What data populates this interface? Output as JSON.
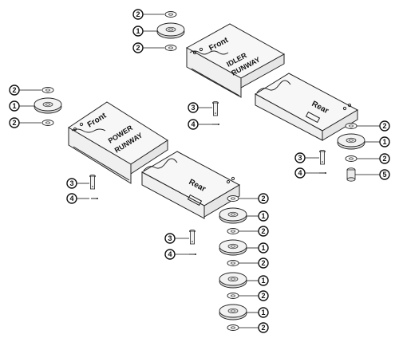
{
  "labels": {
    "idler_runway": {
      "front": "Front",
      "name_line1": "IDLER",
      "name_line2": "RUNWAY",
      "rear": "Rear"
    },
    "power_runway": {
      "front": "Front",
      "name_line1": "POWER",
      "name_line2": "RUNWAY",
      "rear": "Rear"
    }
  },
  "parts": {
    "washer": "2",
    "wheel": "1",
    "pin": "3",
    "cotter": "4",
    "spacer": "5"
  }
}
